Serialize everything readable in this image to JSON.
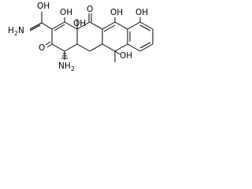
{
  "atoms": {
    "amide_oh": "OH",
    "amide_n": "H",
    "amide_n2": "2",
    "amide_n_letter": "N",
    "enol_oh": "OH",
    "ring_junction_oh": "OH",
    "ketone_o": "O",
    "phenol_oh_1": "OH",
    "phenol_oh_2": "OH",
    "ring_ketone_o": "O",
    "amino_n": "NH",
    "amino_sub": "2",
    "tertiary_oh": "OH"
  },
  "colors": {
    "ink": "#000000",
    "background": "#ffffff"
  }
}
